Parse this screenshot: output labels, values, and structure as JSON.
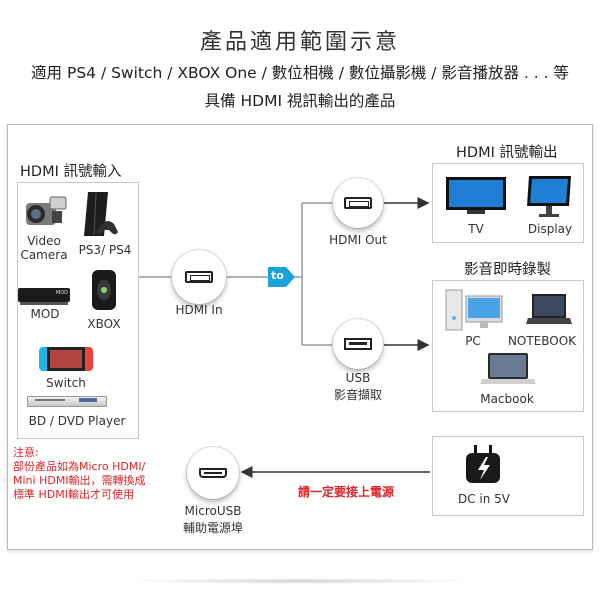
{
  "title": "產品適用範圍示意",
  "subtitle_line1": "適用 PS4 / Switch / XBOX One / 數位相機 / 數位攝影機 / 影音播放器 . . . 等",
  "subtitle_line2": "具備 HDMI 視訊輸出的產品",
  "input_panel": {
    "header": "HDMI 訊號輸入",
    "devices": {
      "video_camera": "Video\nCamera",
      "ps3_ps4": "PS3/ PS4",
      "mod": "MOD",
      "xbox": "XBOX",
      "switch": "Switch",
      "bd_dvd": "BD / DVD Player"
    },
    "mod_box_text": "MOD"
  },
  "note": {
    "line1": "注意:",
    "line2": "部份產品如為Micro HDMI/",
    "line3": "Mini HDMI輸出，需轉換成",
    "line4": "標準 HDMI輸出才可使用"
  },
  "center": {
    "hdmi_in": "HDMI In",
    "to": "to",
    "hdmi_out": "HDMI Out",
    "usb_line1": "USB",
    "usb_line2": "影音擷取",
    "micro_line1": "MicroUSB",
    "micro_line2": "輔助電源埠",
    "power_warning": "請一定要接上電源"
  },
  "hdmi_output_panel": {
    "header": "HDMI 訊號輸出",
    "tv": "TV",
    "display": "Display"
  },
  "record_panel": {
    "header": "影音即時錄製",
    "pc": "PC",
    "notebook": "NOTEBOOK",
    "macbook": "Macbook"
  },
  "power_panel": {
    "label": "DC in 5V"
  },
  "colors": {
    "accent_blue": "#1aa3d9",
    "warning_red": "#d8262b",
    "line_gray": "#9a9a9a",
    "arrow_dark": "#333333"
  }
}
